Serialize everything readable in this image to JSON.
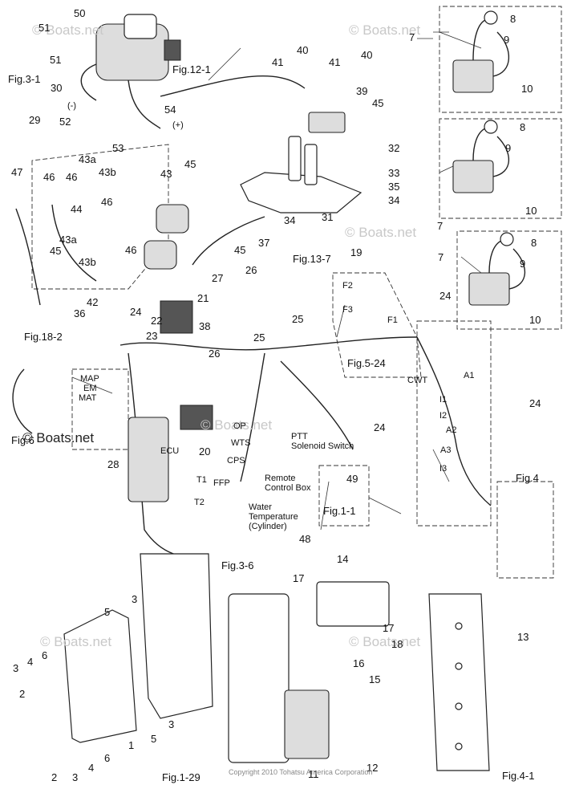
{
  "watermark": "© Boats.net",
  "copyright": "Copyright 2010 Tohatsu America Corporation",
  "fig_refs": [
    "Fig.3-1",
    "Fig.12-1",
    "Fig.13-7",
    "Fig.18-2",
    "Fig.5-24",
    "Fig.1-1",
    "Fig.3-6",
    "Fig.4",
    "Fig.1-29",
    "Fig.4-1",
    "Fig.6"
  ],
  "signals": [
    "MAP",
    "EM",
    "MAT",
    "ECU",
    "T1",
    "T2",
    "CPS",
    "FFP",
    "OP",
    "WTS",
    "CWT",
    "F1",
    "F2",
    "F3",
    "A1",
    "A2",
    "A3",
    "I1",
    "I2",
    "I3",
    "(+)",
    "(-)"
  ],
  "callouts": {
    "remote": "Remote\nControl Box",
    "ptt": "PTT\nSolenoid Switch",
    "water": "Water\nTemperature\n(Cylinder)"
  },
  "part_numbers": [
    "1",
    "2",
    "3",
    "4",
    "5",
    "6",
    "7",
    "8",
    "9",
    "10",
    "11",
    "12",
    "13",
    "14",
    "15",
    "16",
    "17",
    "18",
    "19",
    "20",
    "21",
    "22",
    "23",
    "24",
    "25",
    "26",
    "27",
    "28",
    "29",
    "30",
    "31",
    "32",
    "33",
    "34",
    "35",
    "36",
    "37",
    "38",
    "39",
    "40",
    "41",
    "42",
    "43",
    "43a",
    "43b",
    "44",
    "45",
    "46",
    "47",
    "48",
    "49",
    "50",
    "51",
    "52",
    "53",
    "54"
  ]
}
